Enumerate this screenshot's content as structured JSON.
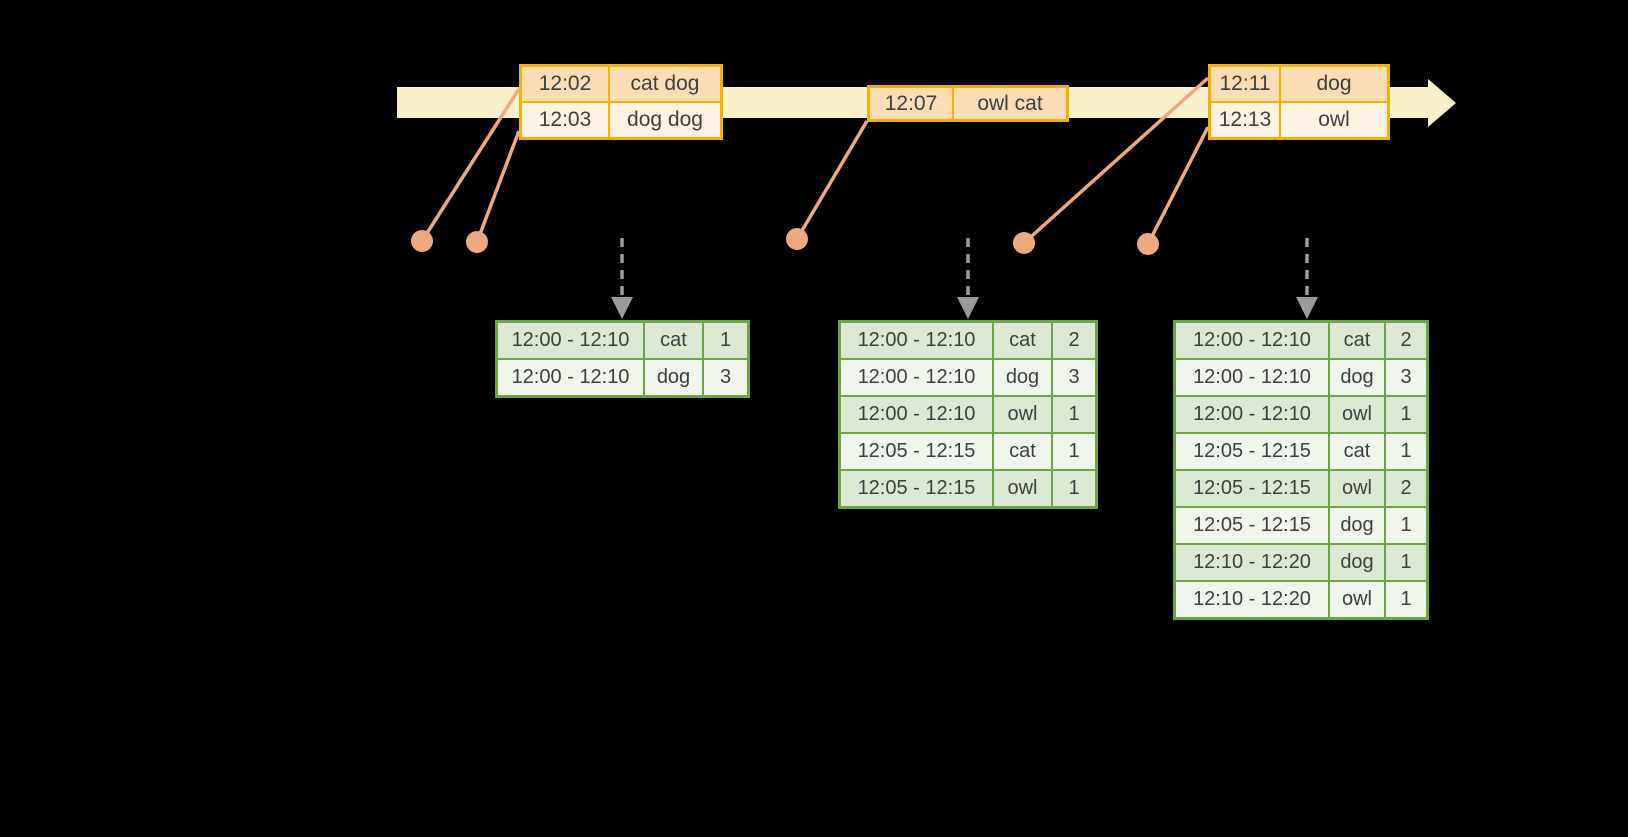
{
  "timeline": {
    "event_groups": [
      {
        "rows": [
          [
            "12:02",
            "cat dog"
          ],
          [
            "12:03",
            "dog dog"
          ]
        ]
      },
      {
        "rows": [
          [
            "12:07",
            "owl cat"
          ]
        ]
      },
      {
        "rows": [
          [
            "12:11",
            "dog"
          ],
          [
            "12:13",
            "owl"
          ]
        ]
      }
    ]
  },
  "result_tables": [
    {
      "rows": [
        [
          "12:00 - 12:10",
          "cat",
          "1"
        ],
        [
          "12:00 - 12:10",
          "dog",
          "3"
        ]
      ]
    },
    {
      "rows": [
        [
          "12:00 - 12:10",
          "cat",
          "2"
        ],
        [
          "12:00 - 12:10",
          "dog",
          "3"
        ],
        [
          "12:00 - 12:10",
          "owl",
          "1"
        ],
        [
          "12:05 - 12:15",
          "cat",
          "1"
        ],
        [
          "12:05 - 12:15",
          "owl",
          "1"
        ]
      ]
    },
    {
      "rows": [
        [
          "12:00 - 12:10",
          "cat",
          "2"
        ],
        [
          "12:00 - 12:10",
          "dog",
          "3"
        ],
        [
          "12:00 - 12:10",
          "owl",
          "1"
        ],
        [
          "12:05 - 12:15",
          "cat",
          "1"
        ],
        [
          "12:05 - 12:15",
          "owl",
          "2"
        ],
        [
          "12:05 - 12:15",
          "dog",
          "1"
        ],
        [
          "12:10 - 12:20",
          "dog",
          "1"
        ],
        [
          "12:10 - 12:20",
          "owl",
          "1"
        ]
      ]
    }
  ],
  "colors": {
    "background": "#000000",
    "timeline_band": "#FAF0CA",
    "event_border": "#F0B400",
    "event_fill_strong": "#FBDCB5",
    "event_fill_light": "#FDF3E3",
    "event_accent": "#F0A97E",
    "trigger_arrow": "#9B9B9B",
    "table_border": "#6DA544",
    "table_fill_strong": "#DCE9D2",
    "table_fill_light": "#F1F6EC",
    "text": "#3E3E3E"
  }
}
